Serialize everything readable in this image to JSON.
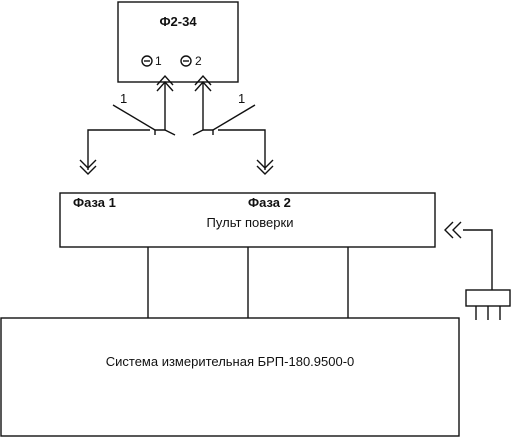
{
  "device": {
    "title": "Ф2-34",
    "output_1": "1",
    "output_2": "2"
  },
  "cables": {
    "cable_1_label": "1",
    "cable_2_label": "1"
  },
  "panel": {
    "phase_1": "Фаза 1",
    "phase_2": "Фаза 2",
    "title": "Пульт поверки"
  },
  "system": {
    "title": "Система измерительная БРП-180.9500-0"
  },
  "icons": {
    "connector": "coaxial-connector-icon",
    "plug": "power-plug-icon",
    "socket": "socket-arrow-icon"
  }
}
